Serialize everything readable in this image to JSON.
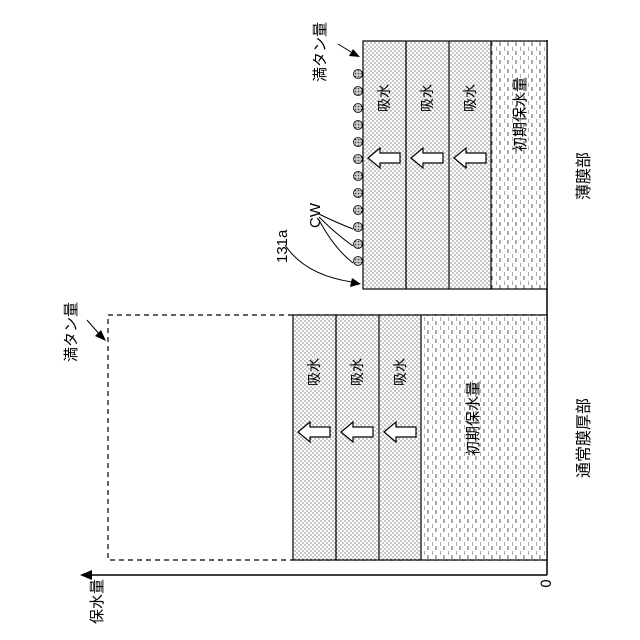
{
  "axis": {
    "ylabel": "保水量",
    "origin": "0"
  },
  "thick_section": {
    "label": "通常膜厚部",
    "full_tank": "満タン量",
    "initial": "初期保水量",
    "absorb_labels": [
      "吸水",
      "吸水",
      "吸水"
    ]
  },
  "thin_section": {
    "label": "薄膜部",
    "full_tank": "満タン量",
    "initial": "初期保水量",
    "absorb_labels": [
      "吸水",
      "吸水",
      "吸水"
    ],
    "surface_ref": "131a",
    "droplet_label": "CW"
  },
  "colors": {
    "line": "#000000",
    "dot": "#888888",
    "background": "#ffffff"
  }
}
